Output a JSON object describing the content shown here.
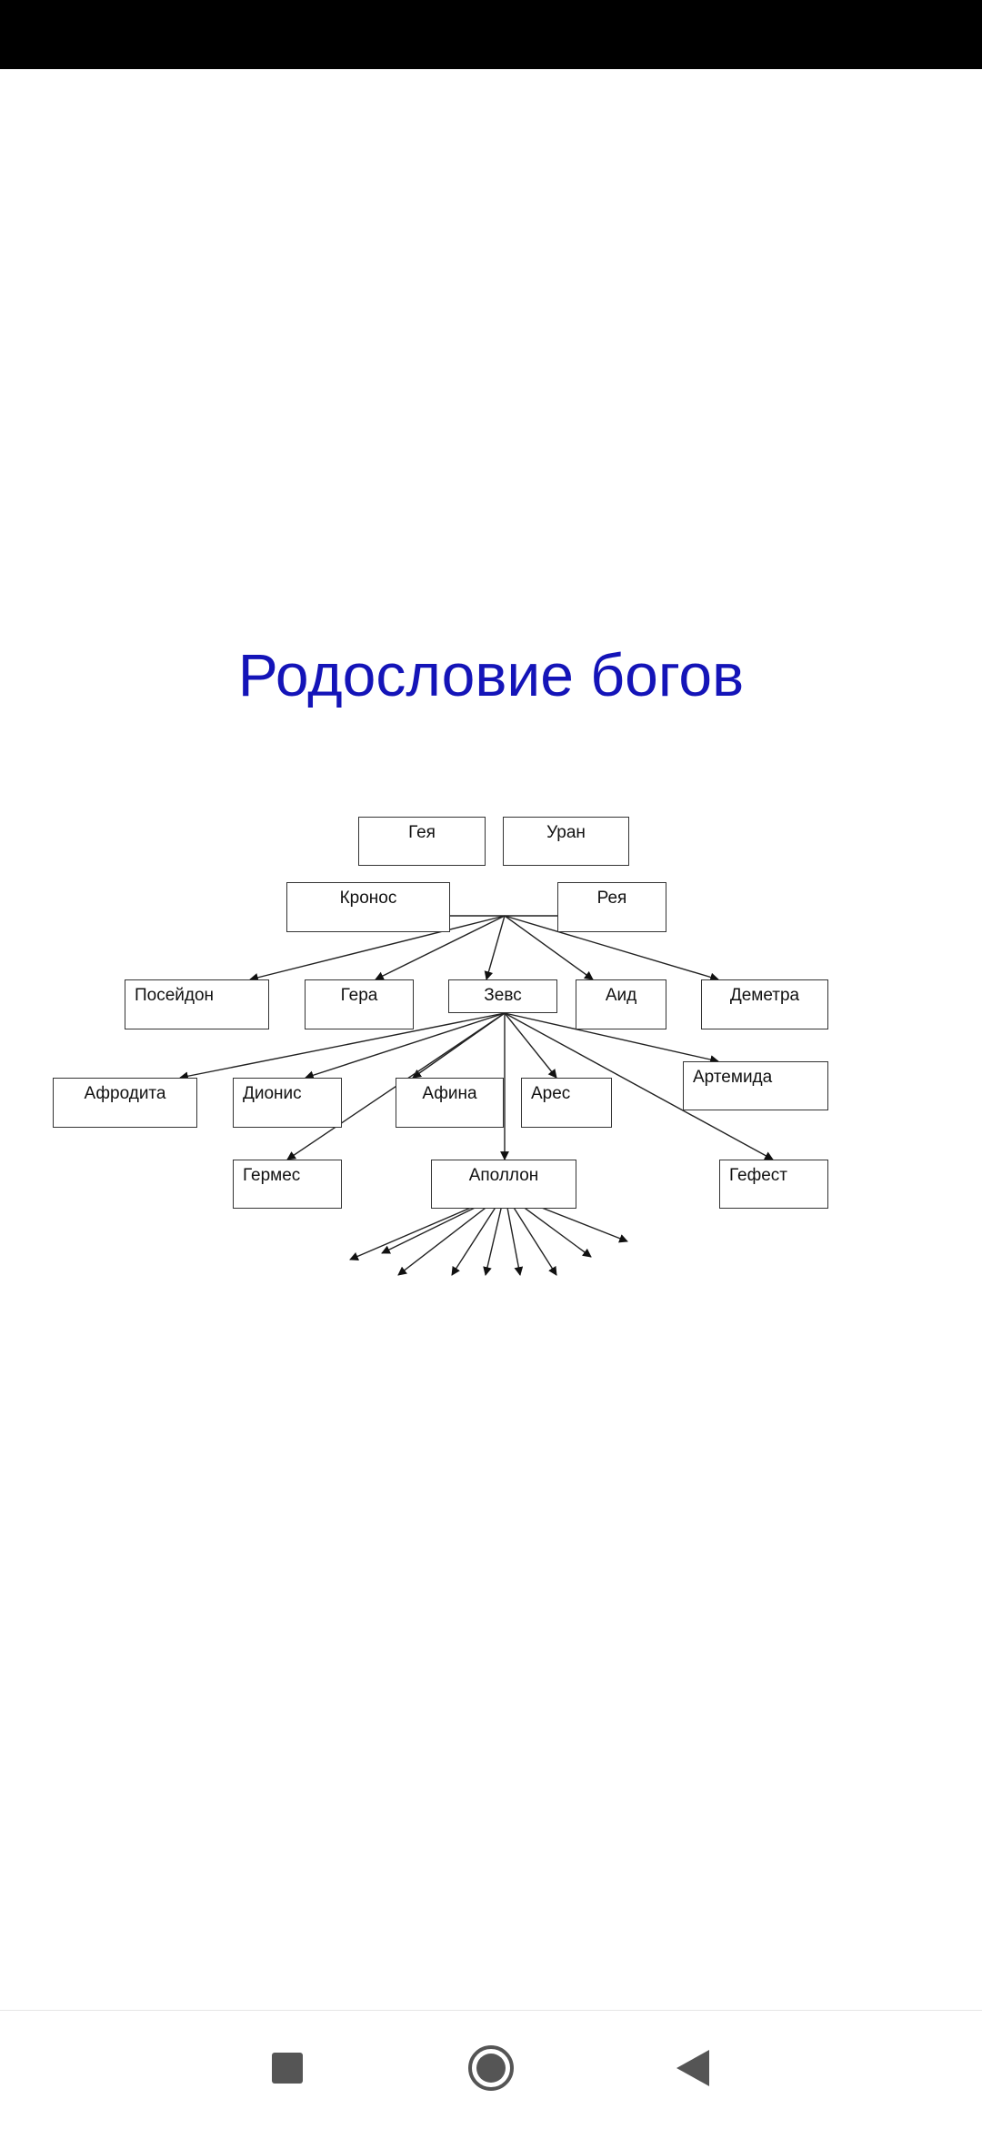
{
  "title": "Родословие богов",
  "colors": {
    "title": "#1414b8",
    "status_bar": "#000000",
    "nav_icons": "#555555"
  },
  "nodes": {
    "geya": "Гея",
    "uran": "Уран",
    "kronos": "Кронос",
    "reya": "Рея",
    "poseidon": "Посейдон",
    "gera": "Гера",
    "zevs": "Зевс",
    "aid": "Аид",
    "demetra": "Деметра",
    "afrodita": "Афродита",
    "dionis": "Дионис",
    "afina": "Афина",
    "ares": "Арес",
    "artemida": "Артемида",
    "germes": "Гермес",
    "apollon": "Аполлон",
    "gefest": "Гефест"
  },
  "edges": [
    [
      "kronos_reya",
      "poseidon"
    ],
    [
      "kronos_reya",
      "gera"
    ],
    [
      "kronos_reya",
      "zevs"
    ],
    [
      "kronos_reya",
      "aid"
    ],
    [
      "kronos_reya",
      "demetra"
    ],
    [
      "zevs",
      "afrodita"
    ],
    [
      "zevs",
      "dionis"
    ],
    [
      "zevs",
      "afina"
    ],
    [
      "zevs",
      "ares"
    ],
    [
      "zevs",
      "artemida"
    ],
    [
      "zevs",
      "germes"
    ],
    [
      "zevs",
      "apollon"
    ],
    [
      "zevs",
      "gefest"
    ]
  ],
  "apollon_unlabeled_arrows": 9,
  "nav": {
    "recents_icon": "square-icon",
    "home_icon": "circle-icon",
    "back_icon": "triangle-back-icon"
  }
}
